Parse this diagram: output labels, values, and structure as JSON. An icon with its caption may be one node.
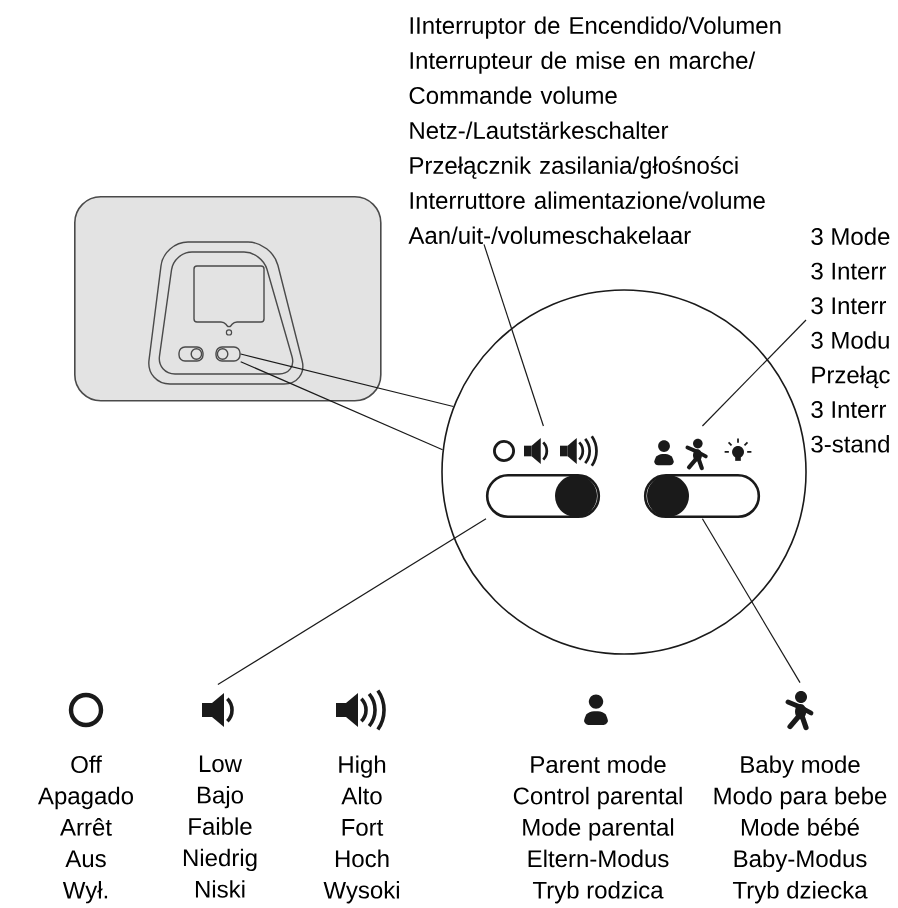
{
  "diagram": {
    "nodes": [
      {
        "text": [
          "IInterruptor de Encendido/Volumen",
          "Interrupteur de mise en marche/ Commande volume",
          "Netz-/Lautstärkeschalter",
          "Przełącznik zasilania/głośności",
          "Interruttore alimentazione/volume",
          "Aan/uit-/volumeschakelaar"
        ]
      },
      {
        "text": [],
        "shape": "picture"
      },
      {
        "text": [],
        "shape": "picture",
        "in": 1
      },
      {
        "text": [
          "3 Mode",
          "3 Interr",
          "3 Interr",
          "3 Modu",
          "Przełąc",
          "3 Interr",
          "3-stand"
        ]
      },
      {
        "text": [],
        "shape": "circle"
      },
      {
        "text": [],
        "shape": "picture",
        "in": 4
      },
      {
        "text": [],
        "shape": "picture",
        "in": 4
      },
      {
        "text": [],
        "shape": "circle",
        "beside": [
          "Off",
          "Apagado",
          "Arrêt",
          "Aus",
          "Wył."
        ]
      },
      {
        "text": [],
        "shape": "picture",
        "beside": [
          "Low",
          "Bajo",
          "Faible",
          "Niedrig",
          "Niski"
        ]
      },
      {
        "text": [],
        "shape": "picture",
        "beside": [
          "High",
          "Alto",
          "Fort",
          "Hoch",
          "Wysoki"
        ]
      },
      {
        "text": [],
        "shape": "person",
        "beside": [
          "Parent mode",
          "Control parental",
          "Mode parental",
          "Eltern-Modus",
          "Tryb rodzica"
        ]
      },
      {
        "text": [],
        "shape": "person",
        "beside": [
          "Baby mode",
          "Modo para bebe",
          "Mode bébé",
          "Baby-Modus",
          "Tryb dziecka"
        ]
      }
    ],
    "edges": [
      {
        "from": 2,
        "to": 4,
        "arrow": "none"
      },
      {
        "from": 2,
        "to": 4,
        "arrow": "none"
      },
      {
        "from": 0,
        "to": 5,
        "arrow": "none"
      },
      {
        "from": 3,
        "to": 6,
        "arrow": "none"
      },
      {
        "from": 8,
        "to": 5,
        "arrow": "none"
      },
      {
        "from": 11,
        "to": 6,
        "arrow": "none"
      }
    ]
  }
}
